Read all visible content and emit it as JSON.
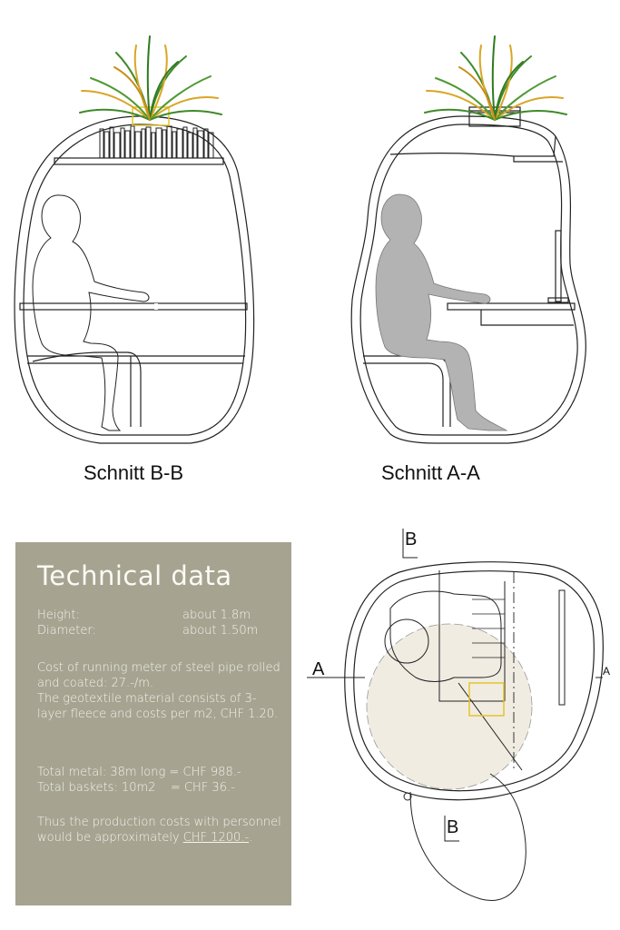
{
  "sections": {
    "left_caption": "Schnitt B-B",
    "right_caption": "Schnitt A-A"
  },
  "plan": {
    "label_b_top": "B",
    "label_b_bottom": "B",
    "label_a_left": "A",
    "label_a_right": "A"
  },
  "technical": {
    "title": "Technical data",
    "height_label": "Height:",
    "height_value": "about 1.8m",
    "diameter_label": "Diameter:",
    "diameter_value": "about 1.50m",
    "cost_pipe": "Cost of running meter of steel pipe rolled and coated: 27.-/m.",
    "geotextile": "The geotextile material consists of 3-layer fleece and costs per m2, CHF 1.20.",
    "total_metal": "Total metal: 38m long = CHF 988.-",
    "total_baskets": "Total baskets: 10m2    = CHF 36.-",
    "production_text": "Thus the production costs with personnel would be approximately",
    "production_value": "CHF 1200.-",
    "production_end": "."
  },
  "colors": {
    "panel_bg": "#a6a491",
    "panel_text": "#f4f3ec",
    "figure_fill": "#b3b3b3",
    "plant_green": "#3f8a2a",
    "plant_yellow": "#d9a625",
    "plan_circle": "#f1ece2",
    "highlight_box": "#e3c52b"
  }
}
